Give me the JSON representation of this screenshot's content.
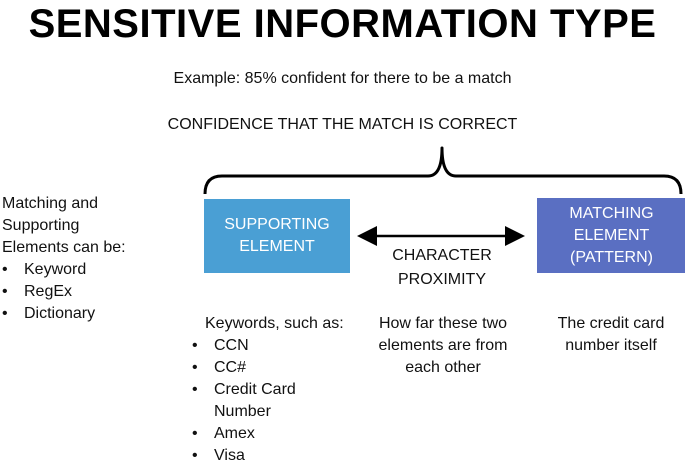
{
  "title": "SENSITIVE INFORMATION TYPE",
  "example_text": "Example: 85% confident for there to be a match",
  "confidence_label": "CONFIDENCE THAT THE MATCH IS CORRECT",
  "supporting_box": {
    "label": "SUPPORTING\nELEMENT",
    "color": "#4a9fd4"
  },
  "matching_box": {
    "label": "MATCHING\nELEMENT\n(PATTERN)",
    "color": "#5a6fc2"
  },
  "proximity_label": "CHARACTER\nPROXIMITY",
  "elements_note": {
    "heading": "Matching and\nSupporting\nElements can be:",
    "items": [
      "Keyword",
      "RegEx",
      "Dictionary"
    ]
  },
  "keywords": {
    "heading": "Keywords, such as:",
    "items": [
      "CCN",
      "CC#",
      "Credit Card\nNumber",
      "Amex",
      "Visa"
    ]
  },
  "proximity_description": "How far these two\nelements are from\neach other",
  "matching_description": "The credit card\nnumber itself"
}
